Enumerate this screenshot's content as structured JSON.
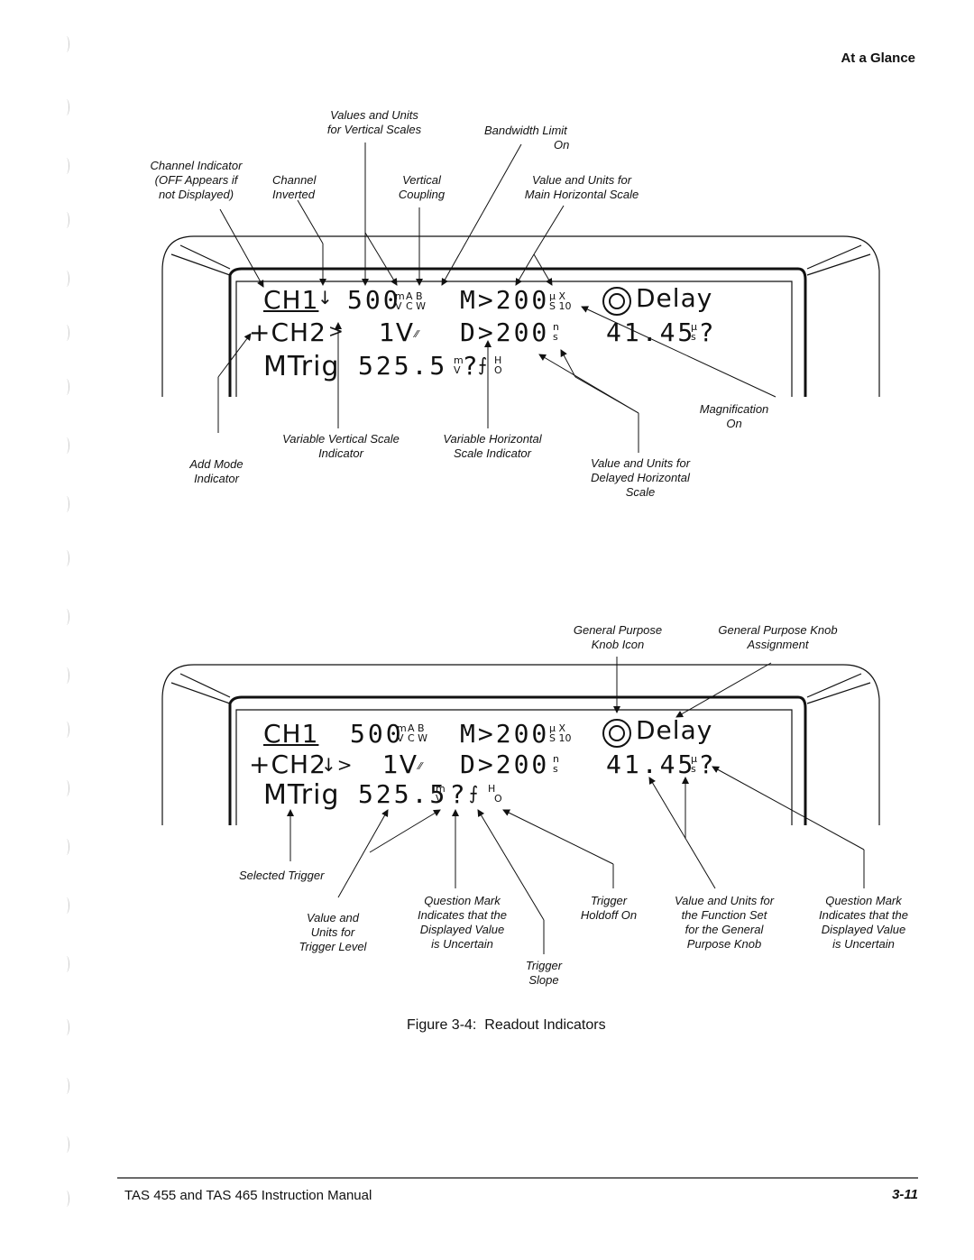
{
  "header": {
    "section": "At a Glance"
  },
  "figure1": {
    "labels": {
      "channel_indicator": [
        "Channel Indicator",
        "(OFF Appears if",
        "not Displayed)"
      ],
      "channel_inverted": [
        "Channel",
        "Inverted"
      ],
      "values_units_vertical": [
        "Values and Units",
        "for Vertical Scales"
      ],
      "vertical_coupling": [
        "Vertical",
        "Coupling"
      ],
      "bandwidth_limit": [
        "Bandwidth Limit",
        "On"
      ],
      "main_horizontal": [
        "Value and Units for",
        "Main Horizontal Scale"
      ],
      "magnification": [
        "Magnification",
        "On"
      ],
      "variable_vertical": [
        "Variable Vertical Scale",
        "Indicator"
      ],
      "variable_horizontal": [
        "Variable Horizontal",
        "Scale Indicator"
      ],
      "add_mode": [
        "Add Mode",
        "Indicator"
      ],
      "delayed_horizontal": [
        "Value and Units for",
        "Delayed Horizontal",
        "Scale"
      ]
    },
    "display": {
      "row1": {
        "ch": "CH1",
        "inv": "↓",
        "val": "500",
        "unit_top": "m",
        "unit_bot": "V",
        "coup_top": "A B",
        "coup_bot": "C W",
        "main": "M>200",
        "h_top": "μ X",
        "h_bot": "S 10",
        "delay": "Delay"
      },
      "row2": {
        "ch": "+CH2",
        "gt": ">",
        "val": "1V",
        "var": "⁄⁄",
        "delayed": "D>200",
        "d_top": "n",
        "d_bot": "s",
        "knobval": "41.45",
        "k_top": "μ",
        "k_bot": "s",
        "q": "?"
      },
      "row3": {
        "trig": "MTrig",
        "val": "525.5",
        "u_top": "m",
        "u_bot": "V",
        "q": "?",
        "slope": "⨍",
        "h_top": "H",
        "h_bot": "O"
      }
    }
  },
  "figure2": {
    "labels": {
      "gp_knob_icon": [
        "General Purpose",
        "Knob Icon"
      ],
      "gp_knob_assign": [
        "General Purpose Knob",
        "Assignment"
      ],
      "selected_trigger": [
        "Selected Trigger"
      ],
      "value_units_trigger": [
        "Value and",
        "Units for",
        "Trigger Level"
      ],
      "question_mark_1": [
        "Question Mark",
        "Indicates that the",
        "Displayed Value",
        "is Uncertain"
      ],
      "trigger_slope": [
        "Trigger",
        "Slope"
      ],
      "trigger_holdoff": [
        "Trigger",
        "Holdoff On"
      ],
      "function_set": [
        "Value and Units for",
        "the Function Set",
        "for the General",
        "Purpose Knob"
      ],
      "question_mark_2": [
        "Question Mark",
        "Indicates that the",
        "Displayed Value",
        "is Uncertain"
      ]
    },
    "display": {
      "row1": {
        "ch": "CH1",
        "val": "500",
        "unit_top": "m",
        "unit_bot": "V",
        "coup_top": "A B",
        "coup_bot": "C W",
        "main": "M>200",
        "h_top": "μ X",
        "h_bot": "S 10",
        "delay": "Delay"
      },
      "row2": {
        "ch": "+CH2",
        "inv": "↓>",
        "val": "1V",
        "var": "⁄⁄",
        "delayed": "D>200",
        "d_top": "n",
        "d_bot": "s",
        "knobval": "41.45",
        "k_top": "μ",
        "k_bot": "s",
        "q": "?"
      },
      "row3": {
        "trig": "MTrig",
        "val": "525.5",
        "u_top": "m",
        "u_bot": "V",
        "q": "?",
        "slope": "⨍",
        "h_top": "H",
        "h_bot": "O"
      }
    }
  },
  "caption": "Figure 3-4:  Readout Indicators",
  "footer": {
    "title": "TAS 455 and TAS 465 Instruction Manual",
    "page": "3-11"
  }
}
